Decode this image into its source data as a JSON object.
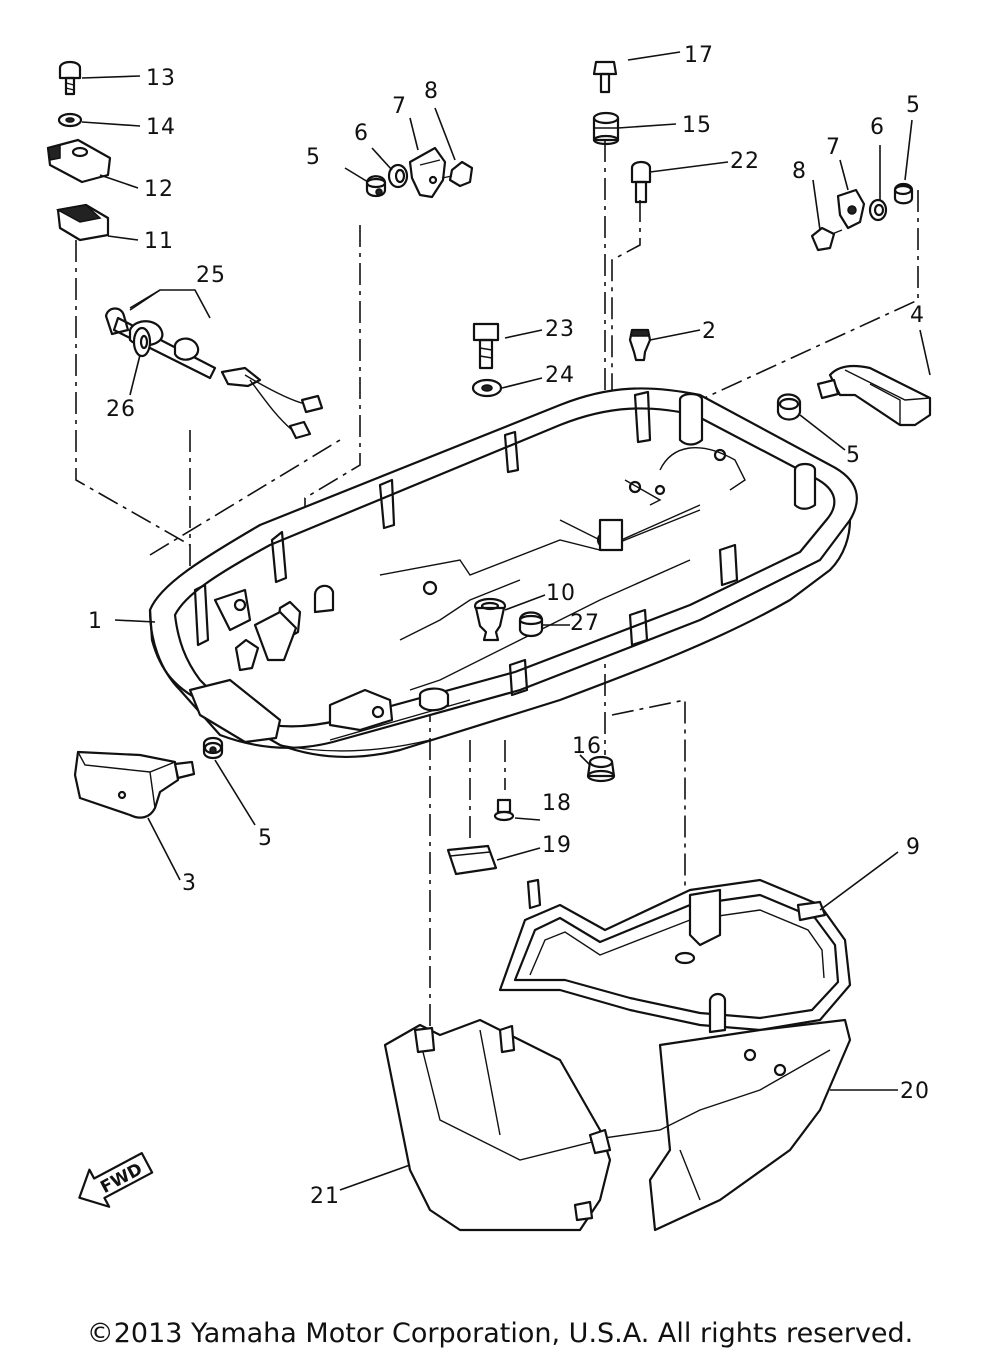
{
  "callouts": {
    "c1": "1",
    "c2": "2",
    "c3": "3",
    "c4": "4",
    "c5a": "5",
    "c5b": "5",
    "c5c": "5",
    "c5d": "5",
    "c6a": "6",
    "c6b": "6",
    "c7a": "7",
    "c7b": "7",
    "c8a": "8",
    "c8b": "8",
    "c9": "9",
    "c10": "10",
    "c11": "11",
    "c12": "12",
    "c13": "13",
    "c14": "14",
    "c15": "15",
    "c16": "16",
    "c17": "17",
    "c18": "18",
    "c19": "19",
    "c20": "20",
    "c21": "21",
    "c22": "22",
    "c23": "23",
    "c24": "24",
    "c25": "25",
    "c26": "26",
    "c27": "27"
  },
  "fwd_label": "FWD",
  "copyright": "©2013 Yamaha Motor Corporation, U.S.A. All rights reserved."
}
